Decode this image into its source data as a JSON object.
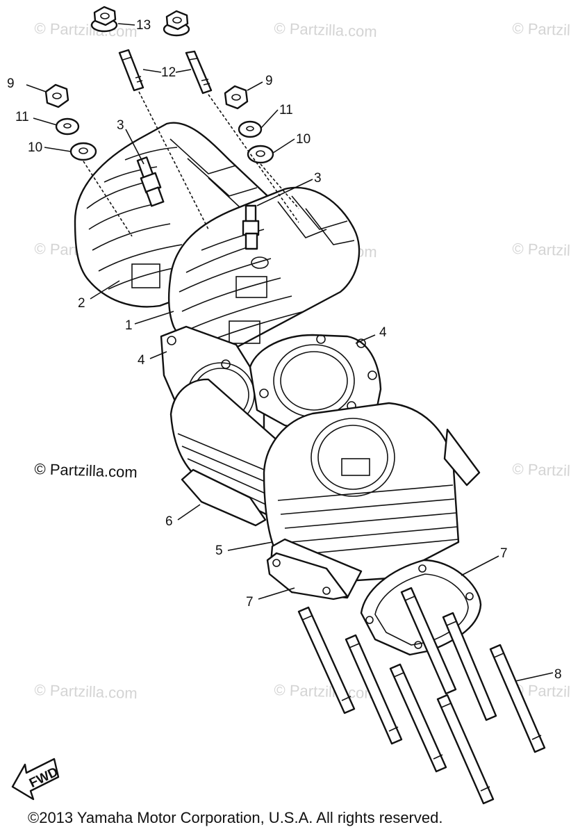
{
  "watermark": "© Partzilla.com",
  "brand_text": "© Partzilla.com",
  "copyright": "©2013  Yamaha Motor Corporation, U.S.A. All rights reserved.",
  "fwd_label": "FWD",
  "callouts": {
    "c13": "13",
    "c12": "12",
    "c9a": "9",
    "c9b": "9",
    "c11a": "11",
    "c11b": "11",
    "c10a": "10",
    "c10b": "10",
    "c3a": "3",
    "c3b": "3",
    "c2": "2",
    "c1": "1",
    "c4a": "4",
    "c4b": "4",
    "c6": "6",
    "c5": "5",
    "c7a": "7",
    "c7b": "7",
    "c8": "8"
  }
}
